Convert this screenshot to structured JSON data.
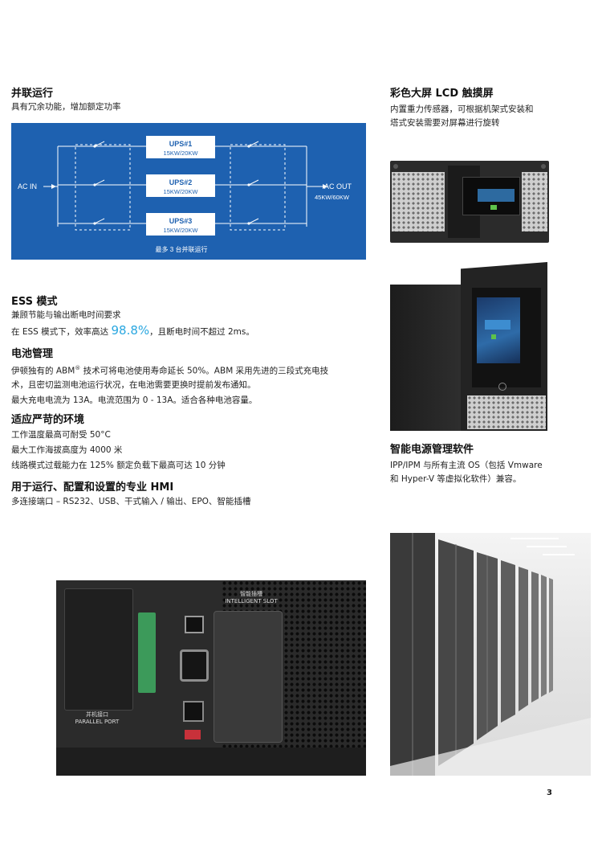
{
  "sections": {
    "parallel": {
      "title": "并联运行",
      "desc": "具有冗余功能，增加额定功率"
    },
    "diagram": {
      "ac_in": "AC IN",
      "ac_out": "AC OUT",
      "ac_out_rating": "45KW/60KW",
      "ups": [
        {
          "name": "UPS#1",
          "rating": "15KW/20KW"
        },
        {
          "name": "UPS#2",
          "rating": "15KW/20KW"
        },
        {
          "name": "UPS#3",
          "rating": "15KW/20KW"
        }
      ],
      "caption": "最多 3 台并联运行"
    },
    "ess": {
      "title": "ESS 模式",
      "line1": "兼顾节能与输出断电时间要求",
      "line2_pre": "在 ESS 模式下，效率高达",
      "line2_value": "98.8%",
      "line2_post": "，且断电时间不超过 2ms。"
    },
    "battery": {
      "title": "电池管理",
      "line1_pre": "伊顿独有的 ABM",
      "line1_reg": "®",
      "line1_post": " 技术可将电池使用寿命延长 50%。ABM 采用先进的三段式充电技",
      "line2": "术，且密切监测电池运行状况，在电池需要更换时提前发布通知。",
      "line3": "最大充电电流为 13A。电流范围为 0 - 13A。适合各种电池容量。"
    },
    "env": {
      "title": "适应严苛的环境",
      "line1": "工作温度最高可耐受 50°C",
      "line2": "最大工作海拔高度为 4000 米",
      "line3": "线路模式过载能力在 125% 额定负载下最高可达 10 分钟"
    },
    "hmi": {
      "title": "用于运行、配置和设置的专业 HMI",
      "line1": "多连接端口 – RS232、USB、干式输入 / 输出、EPO、智能插槽"
    },
    "lcd": {
      "title": "彩色大屏 LCD 触摸屏",
      "line1": "内置重力传感器，可根据机架式安装和",
      "line2": "塔式安装需要对屏幕进行旋转"
    },
    "software": {
      "title": "智能电源管理软件",
      "line1": "IPP/IPM 与所有主流 OS（包括 Vmware",
      "line2": "和 Hyper-V 等虚拟化软件）兼容。"
    }
  },
  "photo_labels": {
    "intelligent_slot_cn": "智能插槽",
    "intelligent_slot_en": "INTELLIGENT SLOT",
    "parallel_port_cn": "并机接口",
    "parallel_port_en": "PARALLEL PORT"
  },
  "page_number": "3",
  "colors": {
    "diagram_bg": "#1e61b0",
    "highlight": "#2aa7e0"
  }
}
